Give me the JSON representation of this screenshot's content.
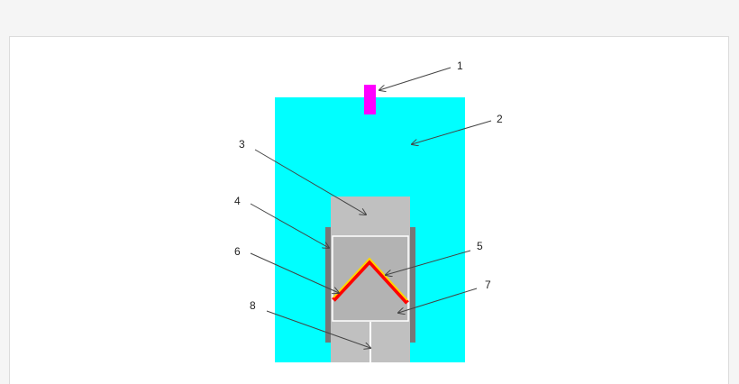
{
  "colors": {
    "page_background": "#f5f5f5",
    "figure_background": "#ffffff",
    "outer_body": "#00ffff",
    "top_marker": "#ff00ff",
    "inner_block": "#c0c0c0",
    "chamber": "#b3b3b3",
    "side_plates": "#777777",
    "heater_outer": "#ff0000",
    "heater_inner": "#ffd700",
    "leader_lines": "#444444"
  },
  "callouts": [
    {
      "label": "1"
    },
    {
      "label": "2"
    },
    {
      "label": "3"
    },
    {
      "label": "4"
    },
    {
      "label": "5"
    },
    {
      "label": "6"
    },
    {
      "label": "7"
    },
    {
      "label": "8"
    }
  ]
}
